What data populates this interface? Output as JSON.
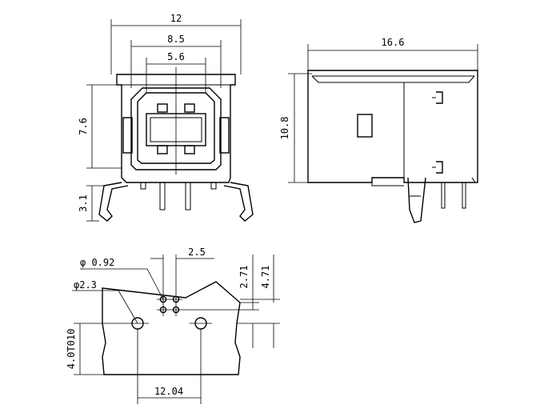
{
  "dimensions": {
    "front_width": "12",
    "front_mid_width": "8.5",
    "front_inner_width": "5.6",
    "front_height": "7.6",
    "front_pin_length": "3.1",
    "side_width": "16.6",
    "side_height": "10.8",
    "hole_small_diameter": "φ 0.92",
    "hole_large_diameter": "φ2.3",
    "hole_pitch_x": "2.5",
    "hole_offset_small": "2.71",
    "hole_offset_large": "4.71",
    "board_edge_offset": "4.0T010",
    "post_spacing": "12.04"
  },
  "colors": {
    "line": "#000000",
    "background": "#ffffff"
  }
}
